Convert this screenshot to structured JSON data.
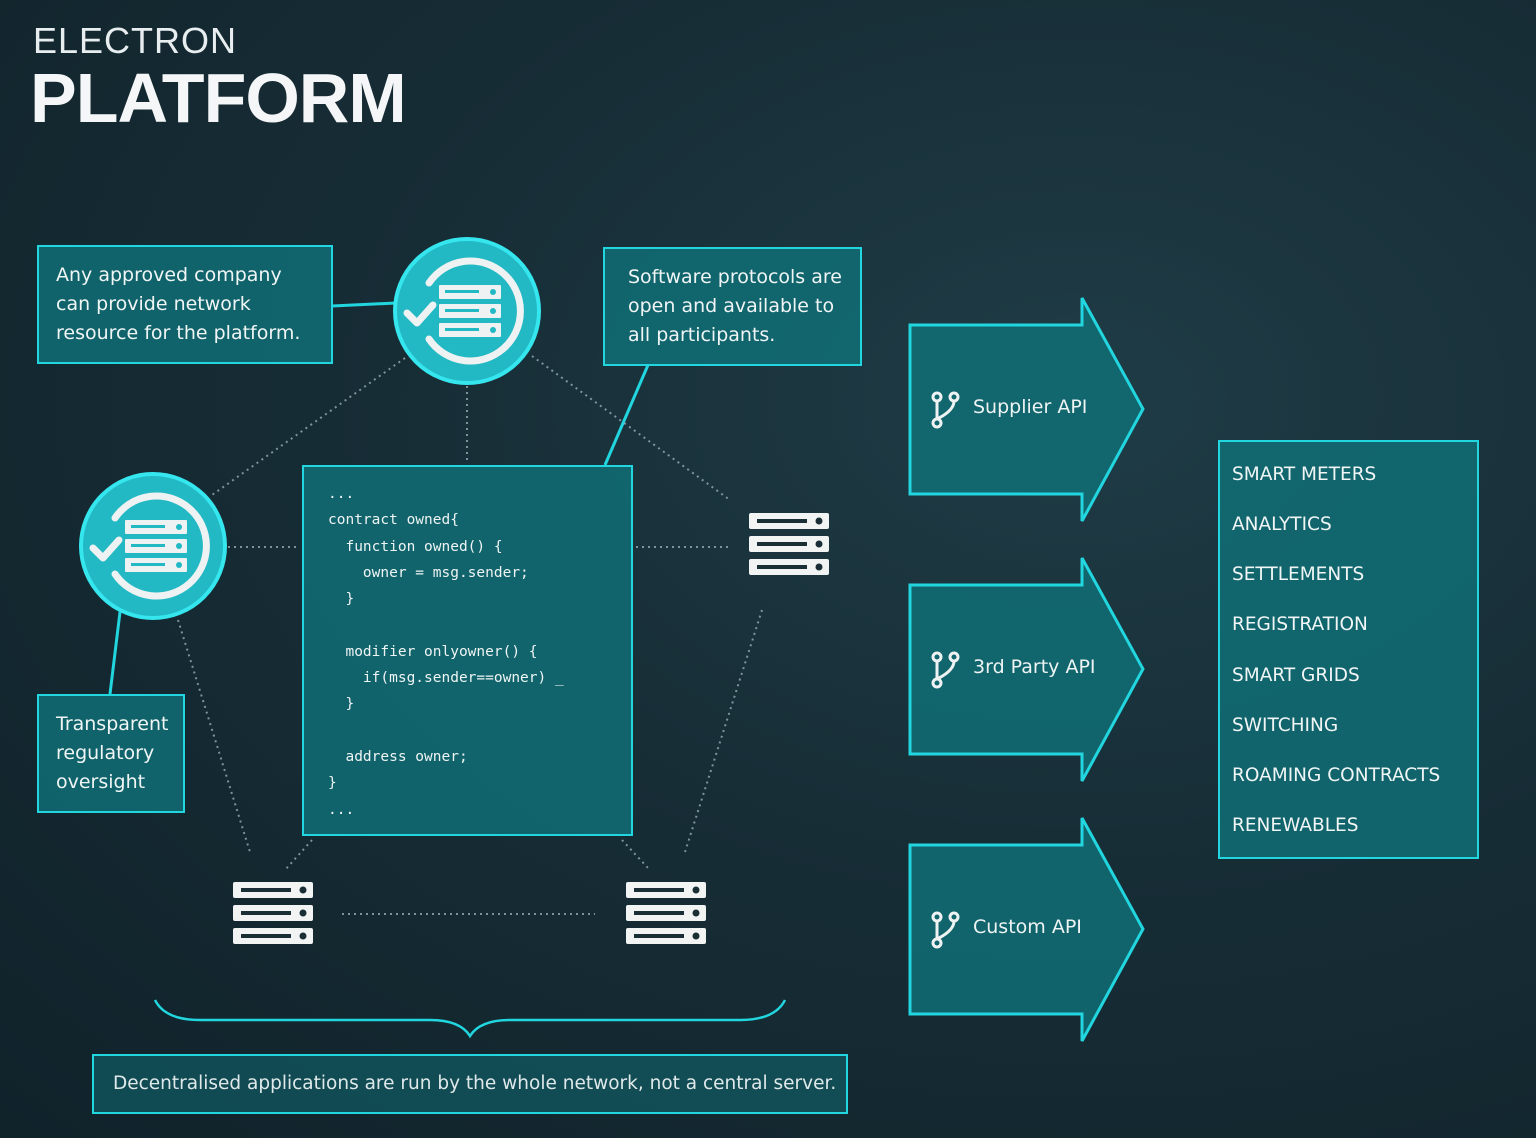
{
  "title": {
    "top": "ELECTRON",
    "main": "PLATFORM"
  },
  "notes": {
    "approved_company": "Any approved company can provide network resource for the platform.",
    "software_protocols": "Software protocols are open and available to all participants.",
    "regulatory": "Transparent regulatory oversight",
    "decentralised": "Decentralised applications are run by the whole network, not a central server."
  },
  "code": "...\ncontract owned{\n  function owned() {\n    owner = msg.sender;\n  }\n\n  modifier onlyowner() {\n    if(msg.sender==owner) _\n  }\n\n  address owner;\n}\n...",
  "apis": [
    {
      "label": "Supplier API",
      "icon": "fork-icon"
    },
    {
      "label": "3rd Party API",
      "icon": "fork-icon"
    },
    {
      "label": "Custom API",
      "icon": "fork-icon"
    }
  ],
  "services": [
    "SMART METERS",
    "ANALYTICS",
    "SETTLEMENTS",
    "REGISTRATION",
    "SMART GRIDS",
    "SWITCHING",
    "ROAMING CONTRACTS",
    "RENEWABLES"
  ],
  "colors": {
    "accent": "#22d6df",
    "box_fill": "#107078",
    "node_fill": "#22b9c4",
    "background": "#172d36"
  }
}
